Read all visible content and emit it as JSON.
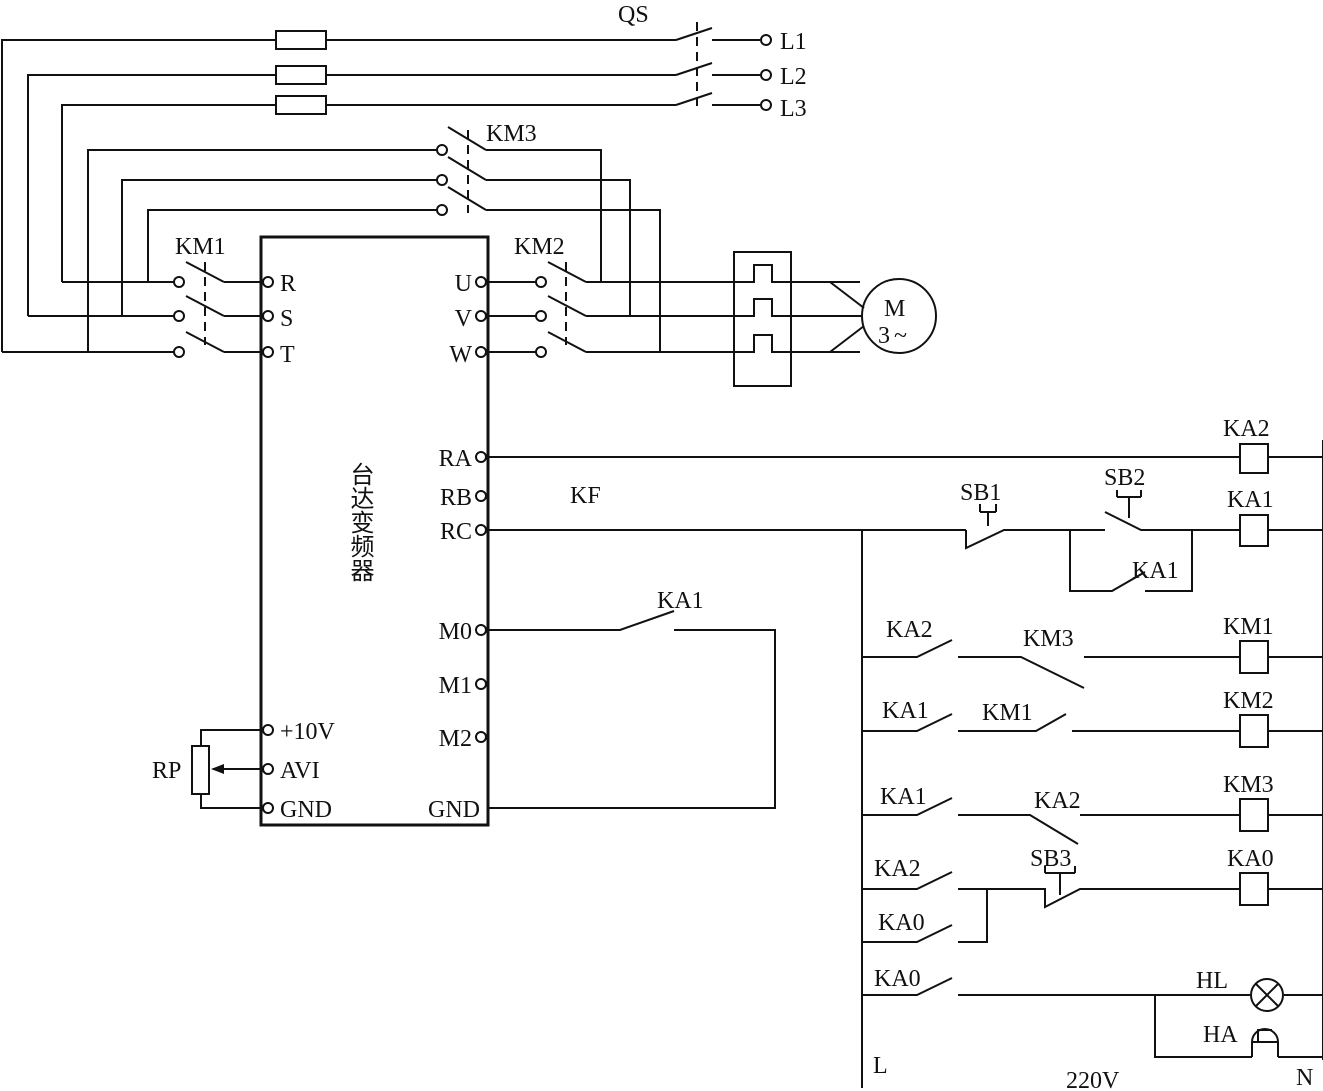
{
  "labels": {
    "qs": "QS",
    "l1": "L1",
    "l2": "L2",
    "l3": "L3",
    "km1_power": "KM1",
    "km2_power": "KM2",
    "km3_power": "KM3",
    "term_r": "R",
    "term_s": "S",
    "term_t": "T",
    "term_u": "U",
    "term_v": "V",
    "term_w": "W",
    "motor_m": "M",
    "motor_3": "3",
    "motor_tilde": "~",
    "inverter_name": "台达变频器",
    "term_ra": "RA",
    "term_rb": "RB",
    "term_rc": "RC",
    "kf": "KF",
    "term_m0": "M0",
    "term_m1": "M1",
    "term_m2": "M2",
    "term_gnd_right": "GND",
    "term_10v": "+10V",
    "term_avi": "AVI",
    "term_gnd_left": "GND",
    "rp": "RP",
    "ka1_m0": "KA1",
    "sb1": "SB1",
    "sb2": "SB2",
    "ka1_hold": "KA1",
    "ka2_coil": "KA2",
    "ka1_coil": "KA1",
    "ka2_c1": "KA2",
    "km3_c1": "KM3",
    "km1_coil": "KM1",
    "ka1_c2": "KA1",
    "km1_c2": "KM1",
    "km2_coil": "KM2",
    "ka1_c3": "KA1",
    "ka2_c3": "KA2",
    "km3_coil": "KM3",
    "ka2_c4": "KA2",
    "sb3": "SB3",
    "ka0_coil": "KA0",
    "ka0_hold": "KA0",
    "ka0_c5": "KA0",
    "hl": "HL",
    "ha": "HA",
    "l_rail": "L",
    "voltage": "220V",
    "n_rail": "N"
  }
}
